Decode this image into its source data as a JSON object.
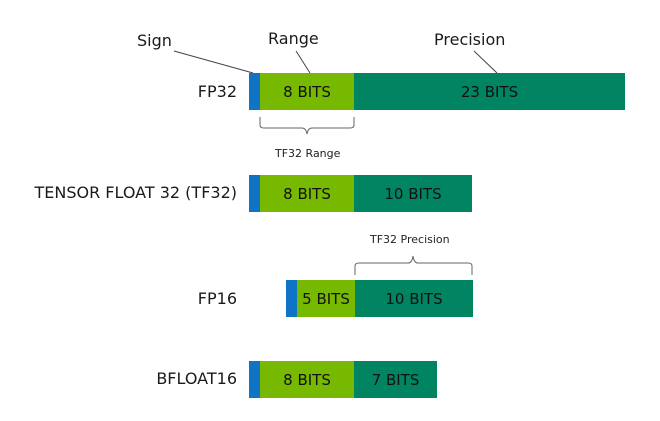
{
  "headers": {
    "sign": "Sign",
    "range": "Range",
    "precision": "Precision"
  },
  "formats": [
    {
      "name": "FP32",
      "range_label": "8 BITS",
      "precision_label": "23 BITS"
    },
    {
      "name": "TENSOR FLOAT 32 (TF32)",
      "range_label": "8 BITS",
      "precision_label": "10 BITS"
    },
    {
      "name": "FP16",
      "range_label": "5 BITS",
      "precision_label": "10 BITS"
    },
    {
      "name": "BFLOAT16",
      "range_label": "8 BITS",
      "precision_label": "7 BITS"
    }
  ],
  "annotations": {
    "tf32_range": "TF32 Range",
    "tf32_precision": "TF32 Precision"
  },
  "colors": {
    "sign": "#0f73c6",
    "range": "#76b900",
    "precision": "#008461"
  }
}
